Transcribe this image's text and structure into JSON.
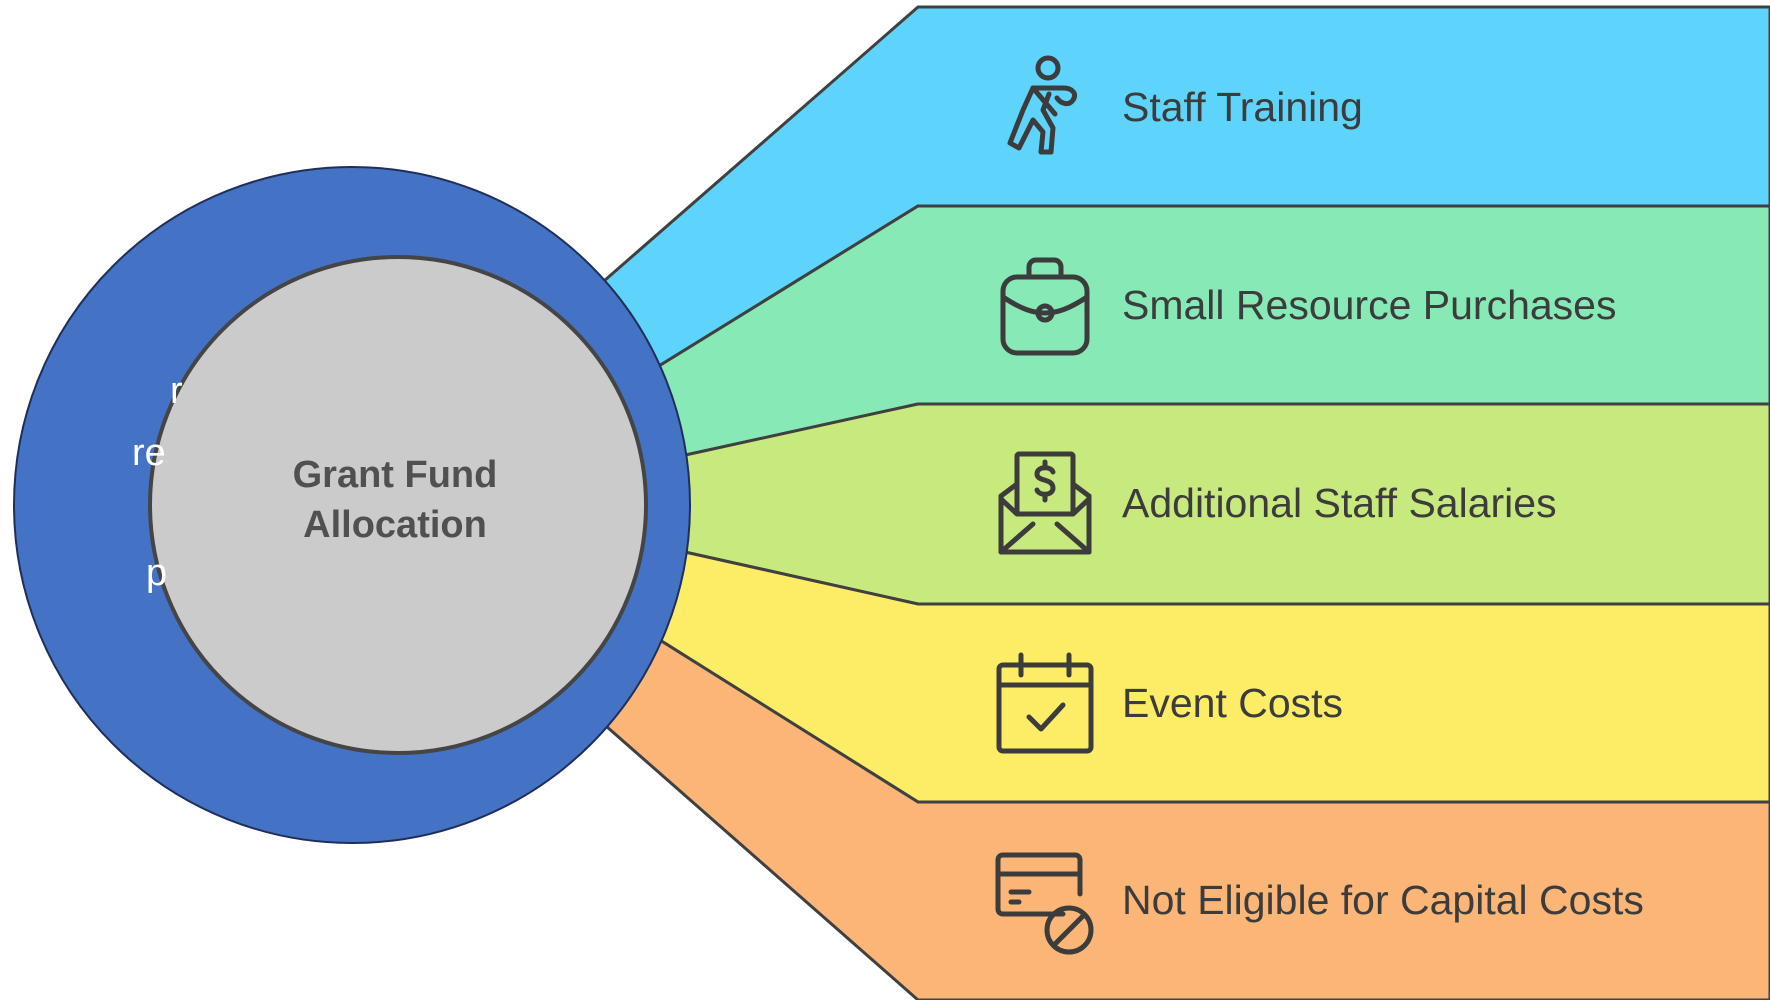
{
  "diagram": {
    "center": {
      "title_line1": "Grant Fund",
      "title_line2": "Allocation"
    },
    "outer_ring_color": "#4472c4",
    "center_fill": "#cbcbcb",
    "items": [
      {
        "label": "Staff Training",
        "icon": "running-person-icon",
        "color": "#5ed3fb"
      },
      {
        "label": "Small Resource Purchases",
        "icon": "briefcase-icon",
        "color": "#86e9b6"
      },
      {
        "label": "Additional Staff Salaries",
        "icon": "salary-envelope-icon",
        "color": "#c8e97d"
      },
      {
        "label": "Event Costs",
        "icon": "calendar-check-icon",
        "color": "#fdec66"
      },
      {
        "label": "Not Eligible for Capital Costs",
        "icon": "card-blocked-icon",
        "color": "#fbb677"
      }
    ],
    "occluded_text_fragments": [
      "r",
      "re",
      "p"
    ]
  }
}
